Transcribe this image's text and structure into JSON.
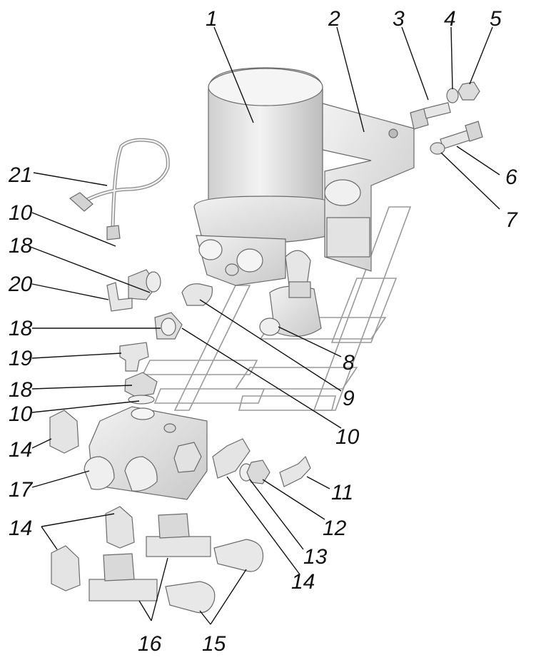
{
  "callouts": [
    "1",
    "2",
    "3",
    "4",
    "5",
    "6",
    "7",
    "8",
    "9",
    "10",
    "11",
    "12",
    "13",
    "14",
    "15",
    "16",
    "17",
    "18",
    "19",
    "20",
    "21"
  ],
  "colors": {
    "part_fill": "#e9e9e9",
    "part_shade": "#cfcfcf",
    "line": "#111111",
    "watermark": "#9a9a9a"
  }
}
